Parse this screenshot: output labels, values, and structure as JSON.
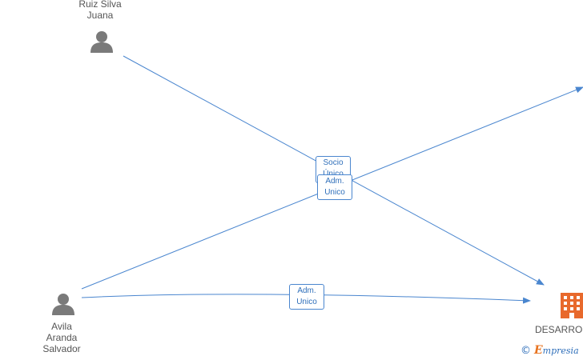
{
  "nodes": {
    "ruiz": {
      "label": "Ruiz Silva\nJuana",
      "icon": "person-icon"
    },
    "avila": {
      "label": "Avila\nAranda\nSalvador",
      "icon": "person-icon"
    },
    "company": {
      "label": "DESARRO",
      "icon": "building-icon"
    }
  },
  "edges": {
    "socio": {
      "label": "Socio\nÚnico"
    },
    "adm_upper": {
      "label": "Adm.\nUnico"
    },
    "adm_lower": {
      "label": "Adm.\nUnico"
    }
  },
  "brand": {
    "copyright": "©",
    "initial": "E",
    "rest": "mpresia"
  },
  "colors": {
    "edge": "#4a86cf",
    "person": "#7a7a7a",
    "building": "#e8692c"
  }
}
